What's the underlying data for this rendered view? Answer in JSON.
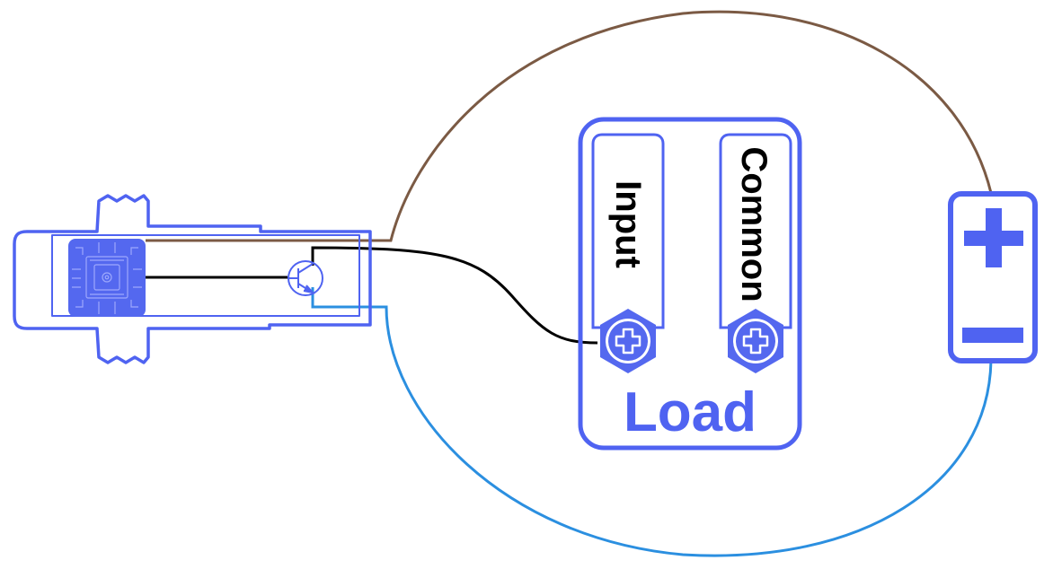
{
  "load_block": {
    "input_label": "Input",
    "common_label": "Common",
    "title": "Load"
  },
  "power_source": {
    "positive_symbol": "+",
    "negative_symbol": "−"
  },
  "colors": {
    "outline": "#4f63f1",
    "chip_fill": "#5468ef",
    "positive_wire": "#7b5a44",
    "negative_wire": "#2b8fe0",
    "signal_wire": "#000000"
  },
  "icons": [
    "chip-icon",
    "transistor-icon",
    "screw-terminal-icon",
    "plus-icon",
    "minus-icon"
  ]
}
